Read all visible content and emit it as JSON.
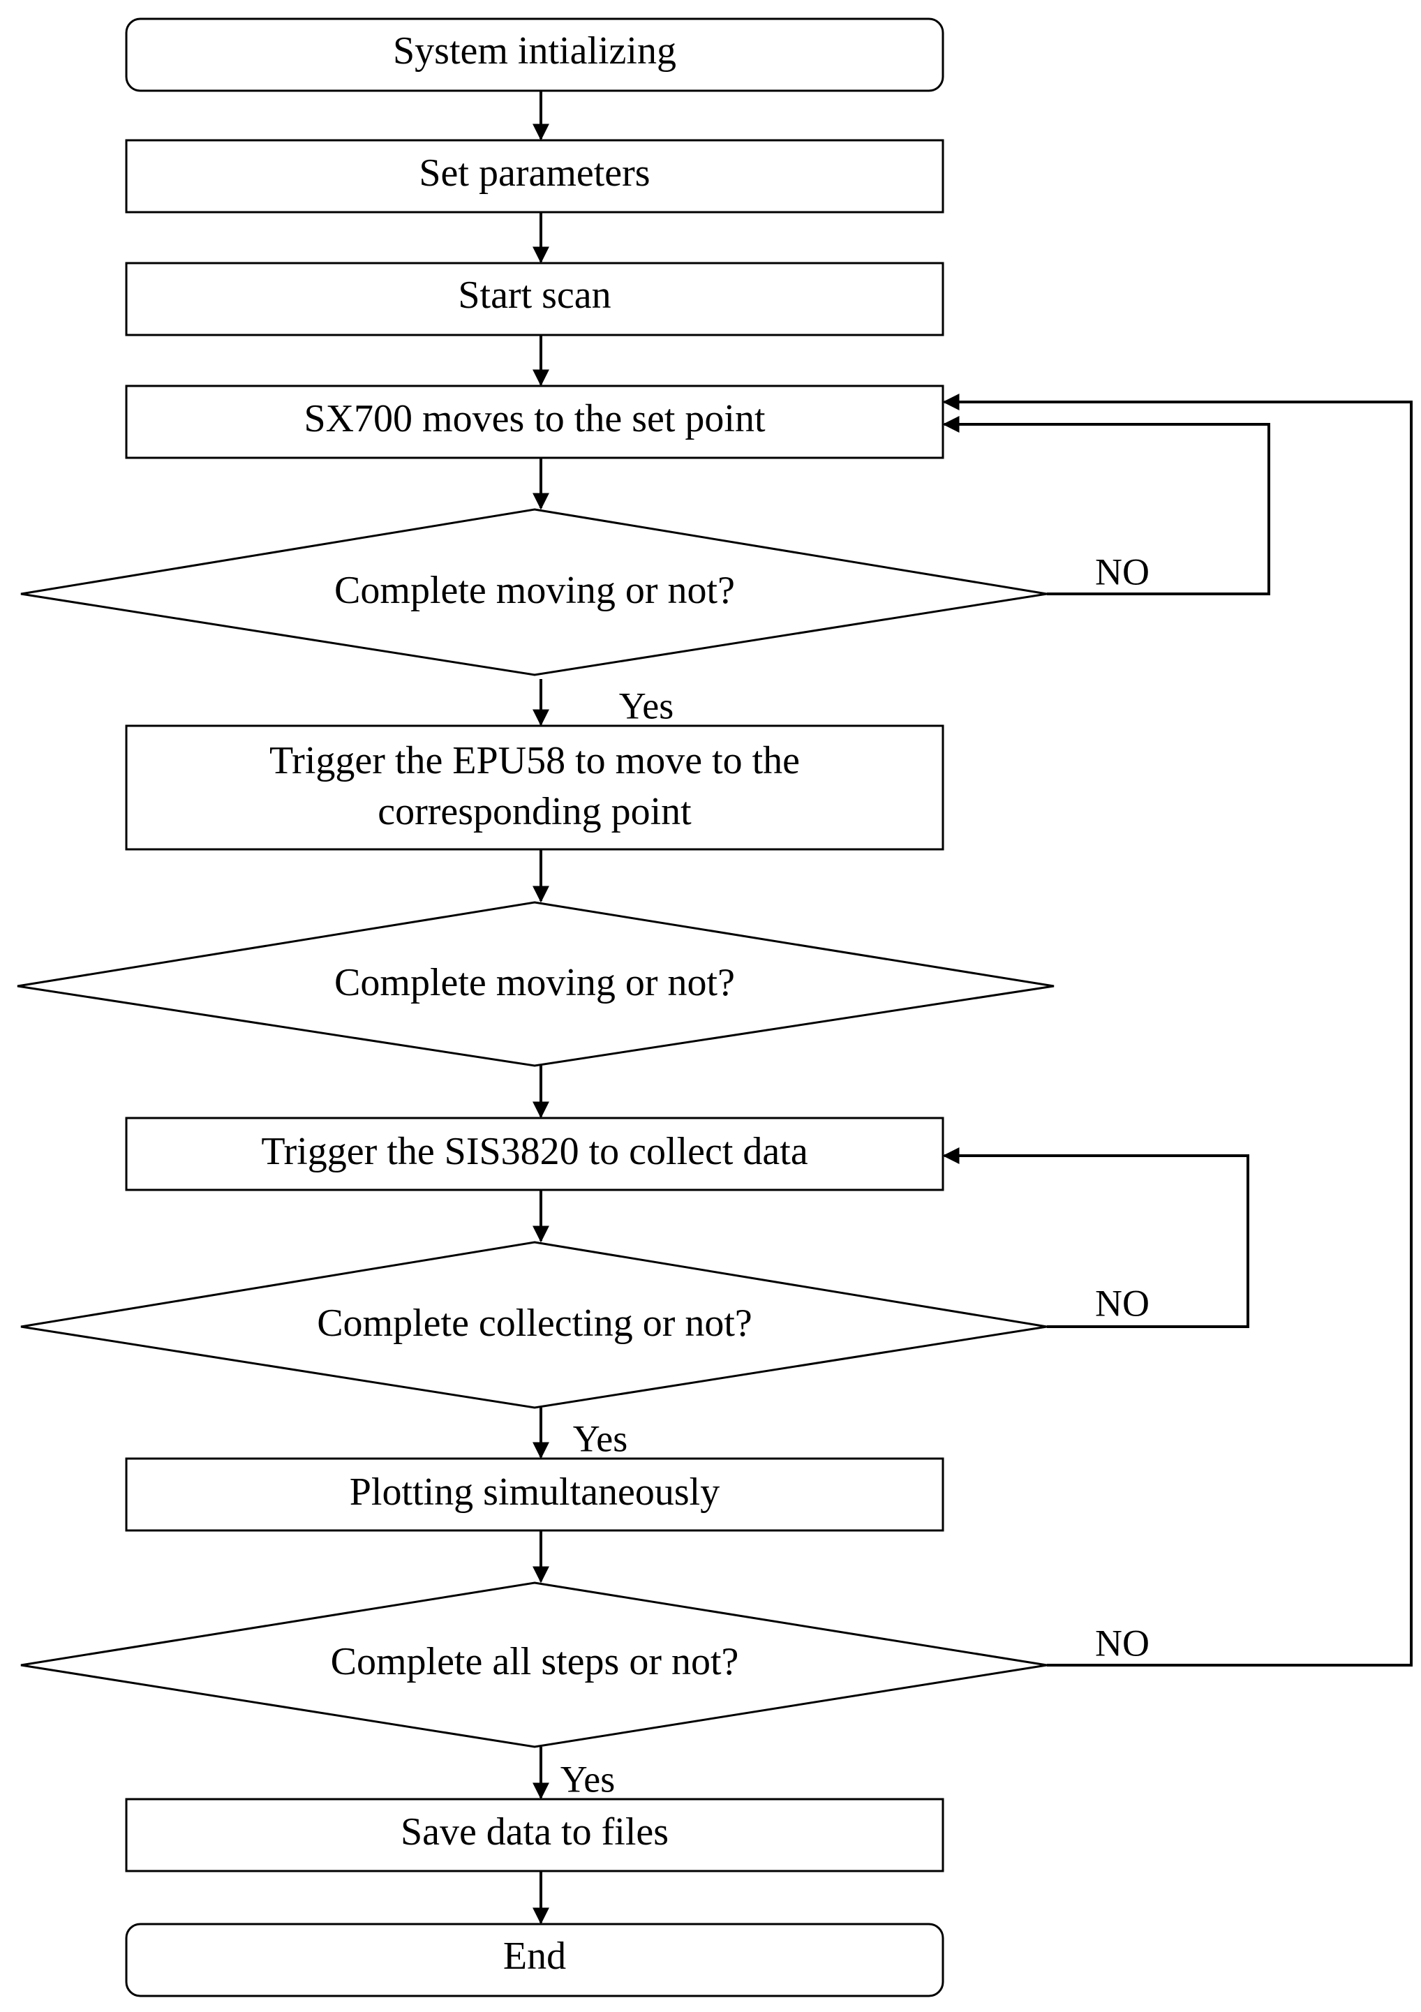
{
  "nodes": {
    "init": "System intializing",
    "params": "Set parameters",
    "start": "Start scan",
    "sx700": "SX700 moves to the set point",
    "check_move1": "Complete moving or not?",
    "trigger_epu_line1": "Trigger the EPU58 to move to the",
    "trigger_epu_line2": "corresponding point",
    "check_move2": "Complete moving or not?",
    "trigger_sis": "Trigger the SIS3820 to collect data",
    "check_collect": "Complete collecting or not?",
    "plot": "Plotting simultaneously",
    "check_all": "Complete all steps or not?",
    "save": "Save data to files",
    "end": "End"
  },
  "labels": {
    "no_move1": "NO",
    "yes_move1": "Yes",
    "no_collect": "NO",
    "yes_collect": "Yes",
    "no_all": "NO",
    "yes_all": "Yes"
  }
}
